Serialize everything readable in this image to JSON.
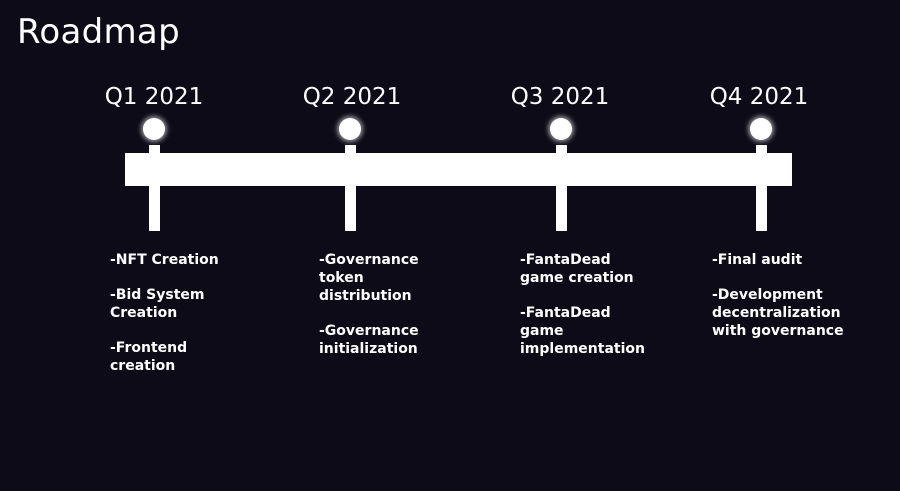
{
  "title": "Roadmap",
  "milestones": [
    {
      "label": "Q1 2021",
      "items": [
        "-NFT Creation",
        "-Bid System\nCreation",
        "-Frontend\ncreation"
      ]
    },
    {
      "label": "Q2 2021",
      "items": [
        "-Governance\ntoken\ndistribution",
        "-Governance\ninitialization"
      ]
    },
    {
      "label": "Q3 2021",
      "items": [
        "-FantaDead\ngame creation",
        "-FantaDead\ngame\nimplementation"
      ]
    },
    {
      "label": "Q4 2021",
      "items": [
        "-Final audit",
        "-Development\ndecentralization\nwith governance"
      ]
    }
  ]
}
